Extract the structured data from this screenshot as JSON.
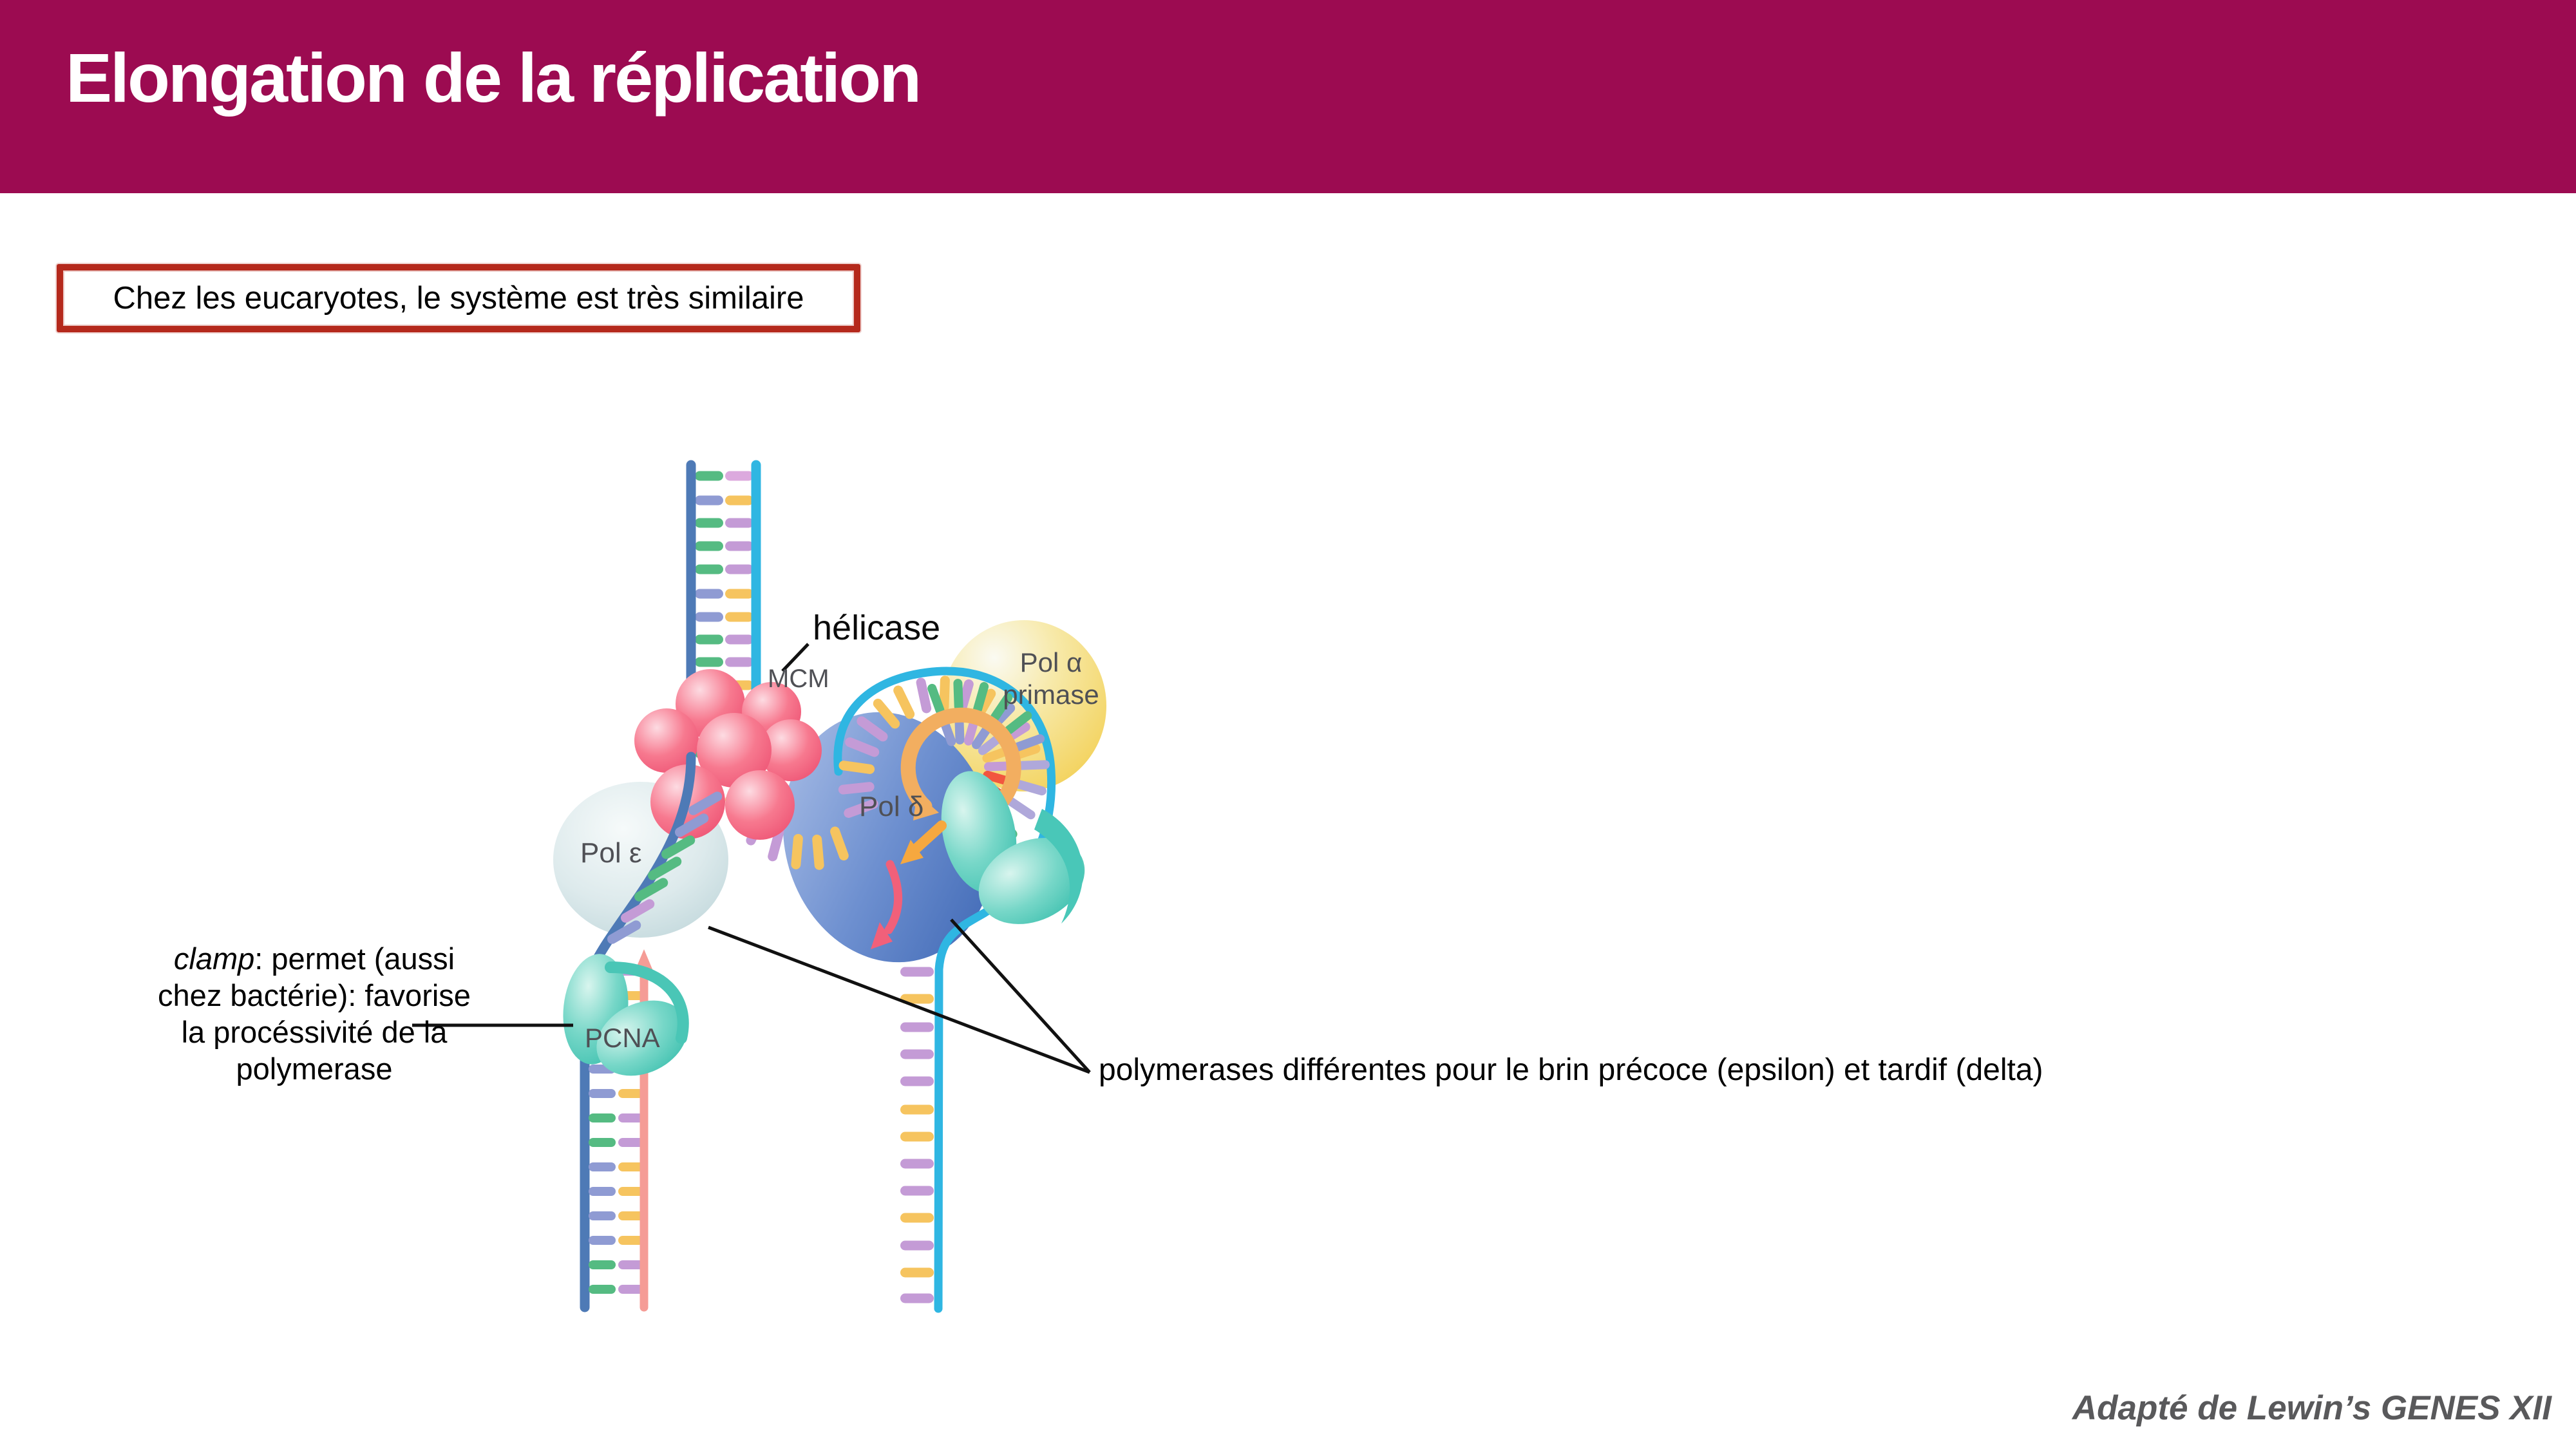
{
  "slide": {
    "header": {
      "title": "Elongation de la réplication",
      "bar_color": "#9C0B51"
    },
    "callout": {
      "text": "Chez les eucaryotes, le système est très similaire",
      "border_color": "#B5291C"
    },
    "attribution": "Adapté de Lewin’s GENES XII"
  },
  "figure": {
    "labels": {
      "helicase": "hélicase",
      "mcm": "MCM",
      "pol_alpha": "Pol α",
      "pol_alpha_sub": "primase",
      "pol_delta": "Pol δ",
      "pol_epsilon": "Pol ε",
      "pcna": "PCNA"
    },
    "notes": {
      "clamp_italic": "clamp",
      "clamp_line1_rest": ": permet (aussi",
      "clamp_line2": "chez bactérie): favorise",
      "clamp_line3": "la procéssivité de la",
      "clamp_line4": "polymerase",
      "polymerases": "polymerases différentes pour le brin précoce (epsilon) et tardif (delta)"
    },
    "colors": {
      "backbone_cyan": "#2FB6E2",
      "template_blue": "#4E7AB6",
      "new_strand_salmon": "#F59C96",
      "mcm_pink": "#F4566F",
      "pol_alpha_yellow": "#F5D96B",
      "pol_delta_blue": "#4A6FBE",
      "pol_epsilon_gray": "#D7E5E8",
      "pcna_teal": "#49C7B8",
      "rung_green": "#55BB82",
      "rung_blue": "#8F9BD3",
      "rung_purple": "#C49BD6",
      "rung_yellow": "#F6C45F",
      "rna_primer_red": "#F2563F",
      "primer_orange": "#F2AE60"
    }
  }
}
